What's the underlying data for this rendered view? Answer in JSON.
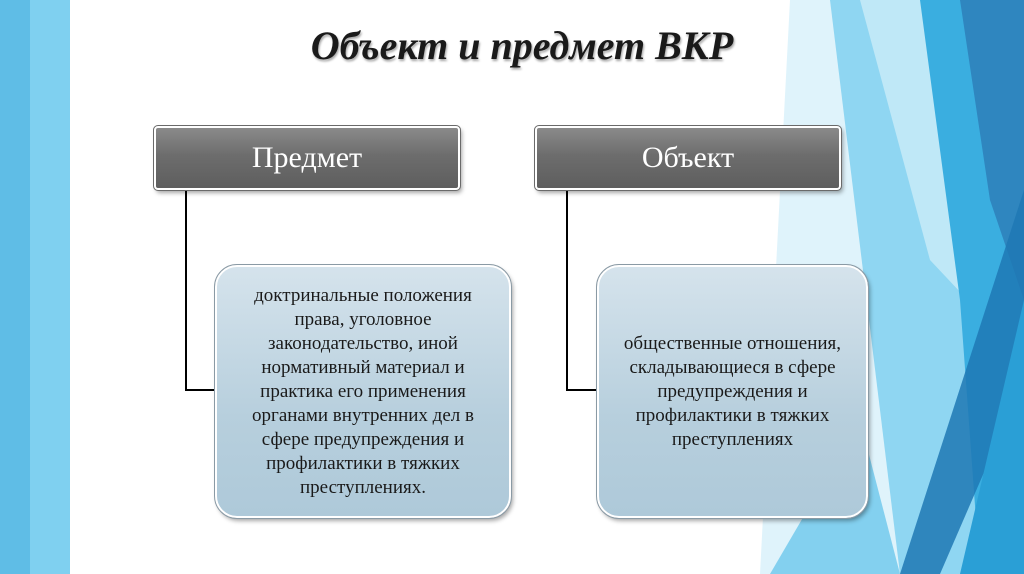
{
  "title": "Объект и предмет ВКР",
  "nodes": {
    "predmet": {
      "header": "Предмет",
      "content": "доктринальные положения права, уголовное законодательство, иной нормативный материал и практика его применения органами внутренних дел в сфере предупреждения и профилактики в тяжких преступлениях."
    },
    "object": {
      "header": "Объект",
      "content": "общественные отношения, складывающиеся в сфере предупреждения и профилактики в тяжких преступлениях"
    }
  },
  "colors": {
    "header_fill": "#6d6d6d",
    "content_fill": "#b7cfdd",
    "accent_light": "#6cc7ec",
    "accent_mid": "#2a9fd6",
    "accent_dark": "#1f78b4"
  }
}
